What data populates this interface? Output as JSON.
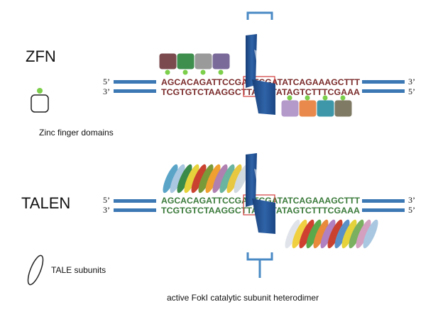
{
  "labels": {
    "zfn": "ZFN",
    "talen": "TALEN",
    "zinc_finger_legend": "Zinc finger domains",
    "tale_legend": "TALE subunits",
    "foki_caption": "active FokI catalytic subunit heterodimer"
  },
  "strand_ends": {
    "top_left": "5’",
    "top_right": "3’",
    "bottom_left": "3’",
    "bottom_right": "5’"
  },
  "zfn": {
    "top_seq": "AGCACAGATTCCGAATCGATATCAGAAAGCTTT",
    "bottom_seq": "TCGTGTCTAAGGCTTAGGTATAGTCTTTCGAAA",
    "upper_fingers": [
      "#7a4a4e",
      "#3e8e4e",
      "#9a9a9a",
      "#7a6a9a"
    ],
    "lower_fingers": [
      "#b49acb",
      "#e98a4c",
      "#3e97a8",
      "#7f7a63"
    ]
  },
  "talen": {
    "top_seq": "AGCACAGATTCCGAATCGATATCAGAAAGCTTT",
    "bottom_seq": "TCGTGTCTAAGGCTTAGGTATAGTCTTTCGAAA",
    "upper_tales": [
      "#5aa4c8",
      "#a9c7e0",
      "#3a8a4a",
      "#e6d23a",
      "#c9422f",
      "#7a9a3a",
      "#f0a030",
      "#b080b0",
      "#6ab4a0",
      "#e8c840",
      "#d0d8e0"
    ],
    "lower_tales": [
      "#e0e4ea",
      "#f0d040",
      "#d04030",
      "#5aa84a",
      "#e88a3a",
      "#b080c0",
      "#c9422f",
      "#5a90c8",
      "#e6d23a",
      "#7ab060",
      "#d4a0c0",
      "#a9c7e0"
    ]
  },
  "colors": {
    "strand": "#3c78b4",
    "nuclease": "#1f4e8c",
    "bracket": "#4a8ac4",
    "box": "#d33b3b"
  }
}
